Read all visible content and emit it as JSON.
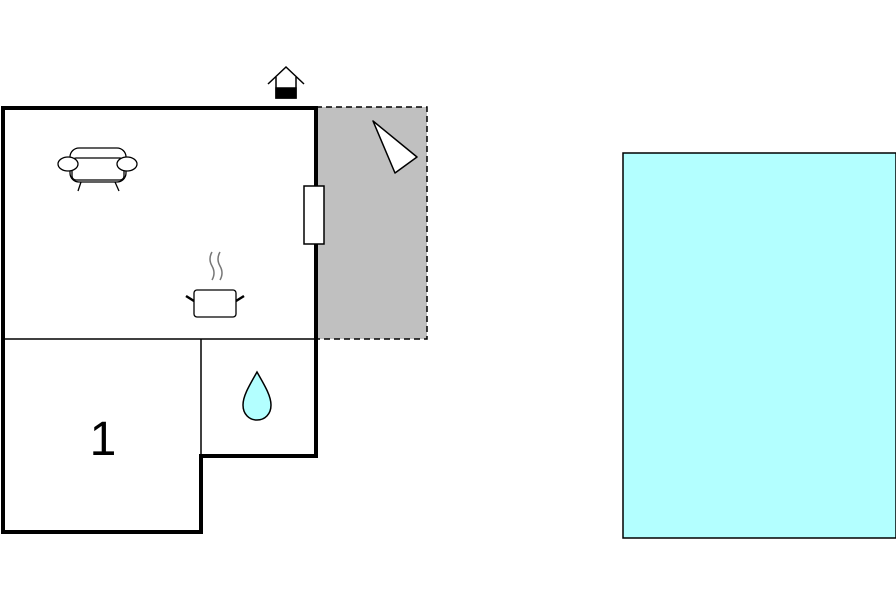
{
  "floorplan": {
    "rooms": [
      {
        "id": "living-kitchen",
        "icons": [
          "sofa-icon",
          "cooking-pot-icon"
        ]
      },
      {
        "id": "bedroom",
        "label": "1"
      },
      {
        "id": "bathroom",
        "icons": [
          "water-drop-icon"
        ]
      }
    ],
    "terrace": {
      "icons": [
        "sunshade-icon"
      ],
      "style": "dashed"
    },
    "entrance": {
      "icon": "entrance-icon"
    },
    "pool": {}
  },
  "colors": {
    "wall": "#000000",
    "terrace": "#c0c0c0",
    "pool": "#b3ffff",
    "water": "#b3ffff",
    "background": "#ffffff"
  }
}
